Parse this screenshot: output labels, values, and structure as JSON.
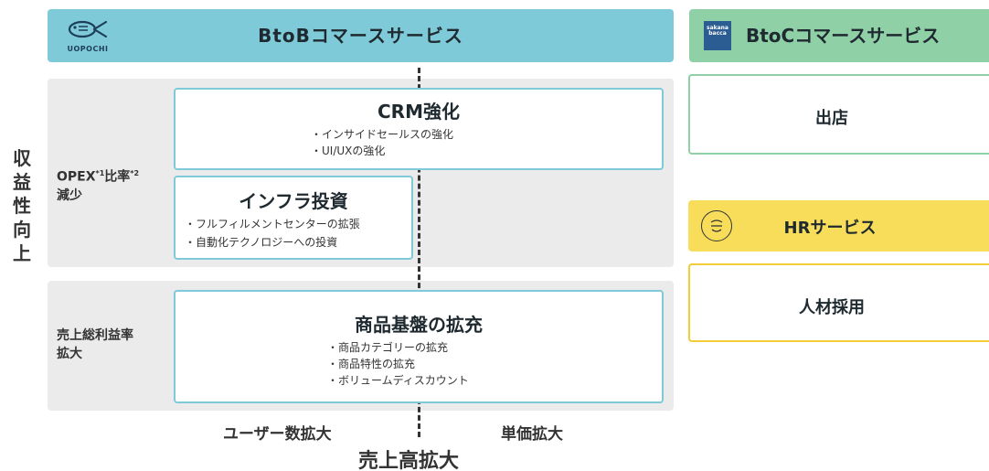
{
  "left_axis": {
    "chars": [
      "収",
      "益",
      "性",
      "向",
      "上"
    ]
  },
  "btob": {
    "title": "BtoBコマースサービス",
    "logo": {
      "icon": "fish-logo-icon",
      "text": "UOPOCHI"
    }
  },
  "btoc": {
    "title": "BtoCコマースサービス",
    "logo": {
      "icon": "sakana-bacca-logo-icon",
      "text": "sakana bacca"
    },
    "box_label": "出店"
  },
  "hr": {
    "title": "HRサービス",
    "logo": {
      "icon": "hr-circle-logo-icon"
    },
    "box_label": "人材採用"
  },
  "opex": {
    "label_main": "OPEX",
    "sup1": "*1",
    "label_mid": "比率",
    "sup2": "*2",
    "label_line2": "減少"
  },
  "sales": {
    "label_line1": "売上総利益率",
    "label_line2": "拡大"
  },
  "crm": {
    "title": "CRM強化",
    "items": [
      "・インサイドセールスの強化",
      "・UI/UXの強化"
    ]
  },
  "infra": {
    "title": "インフラ投資",
    "items": [
      "・フルフィルメントセンターの拡張",
      "・自動化テクノロジーへの投資"
    ]
  },
  "product": {
    "title": "商品基盤の拡充",
    "items": [
      "・商品カテゴリーの拡充",
      "・商品特性の拡充",
      "・ボリュームディスカウント"
    ]
  },
  "bottom": {
    "users": "ユーザー数拡大",
    "price": "単価拡大",
    "total": "売上高拡大"
  },
  "colors": {
    "btob": "#7fcad8",
    "btoc": "#8fd0a7",
    "hr": "#f7dd5a",
    "band": "#ebebeb"
  }
}
